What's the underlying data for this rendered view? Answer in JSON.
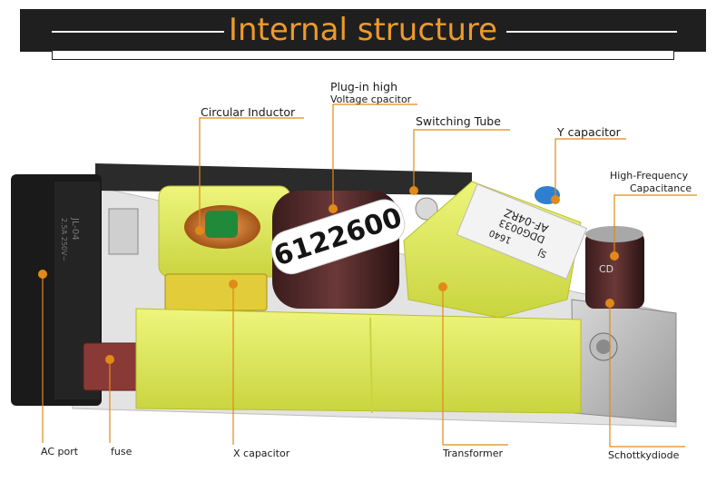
{
  "header": {
    "title": "Internal structure"
  },
  "labels": {
    "circular_inductor": "Circular Inductor",
    "plugin_line1": "Plug-in high",
    "plugin_line2": "Voltage cpacitor",
    "switching_tube": "Switching Tube",
    "y_capacitor": "Y capacitor",
    "hf_line1": "High-Frequency",
    "hf_line2": "Capacitance",
    "ac_port": "AC port",
    "fuse": "fuse",
    "x_capacitor": "X capacitor",
    "transformer": "Transformer",
    "schottky": "Schottkydiode"
  },
  "component_text": {
    "capacitor_sticker": "6122600",
    "transformer_line1": "AF-04RZ",
    "transformer_line2": "DDG0033",
    "transformer_line3": "1640",
    "transformer_line4": "SJ",
    "ac_socket_text": "JL-04",
    "ac_socket_rating": "2.5A 250V~",
    "hf_cap_text": "CD"
  },
  "colors": {
    "accent": "#ee9a2a",
    "banner": "#1f1f1f",
    "tape": "#e6ef63"
  }
}
